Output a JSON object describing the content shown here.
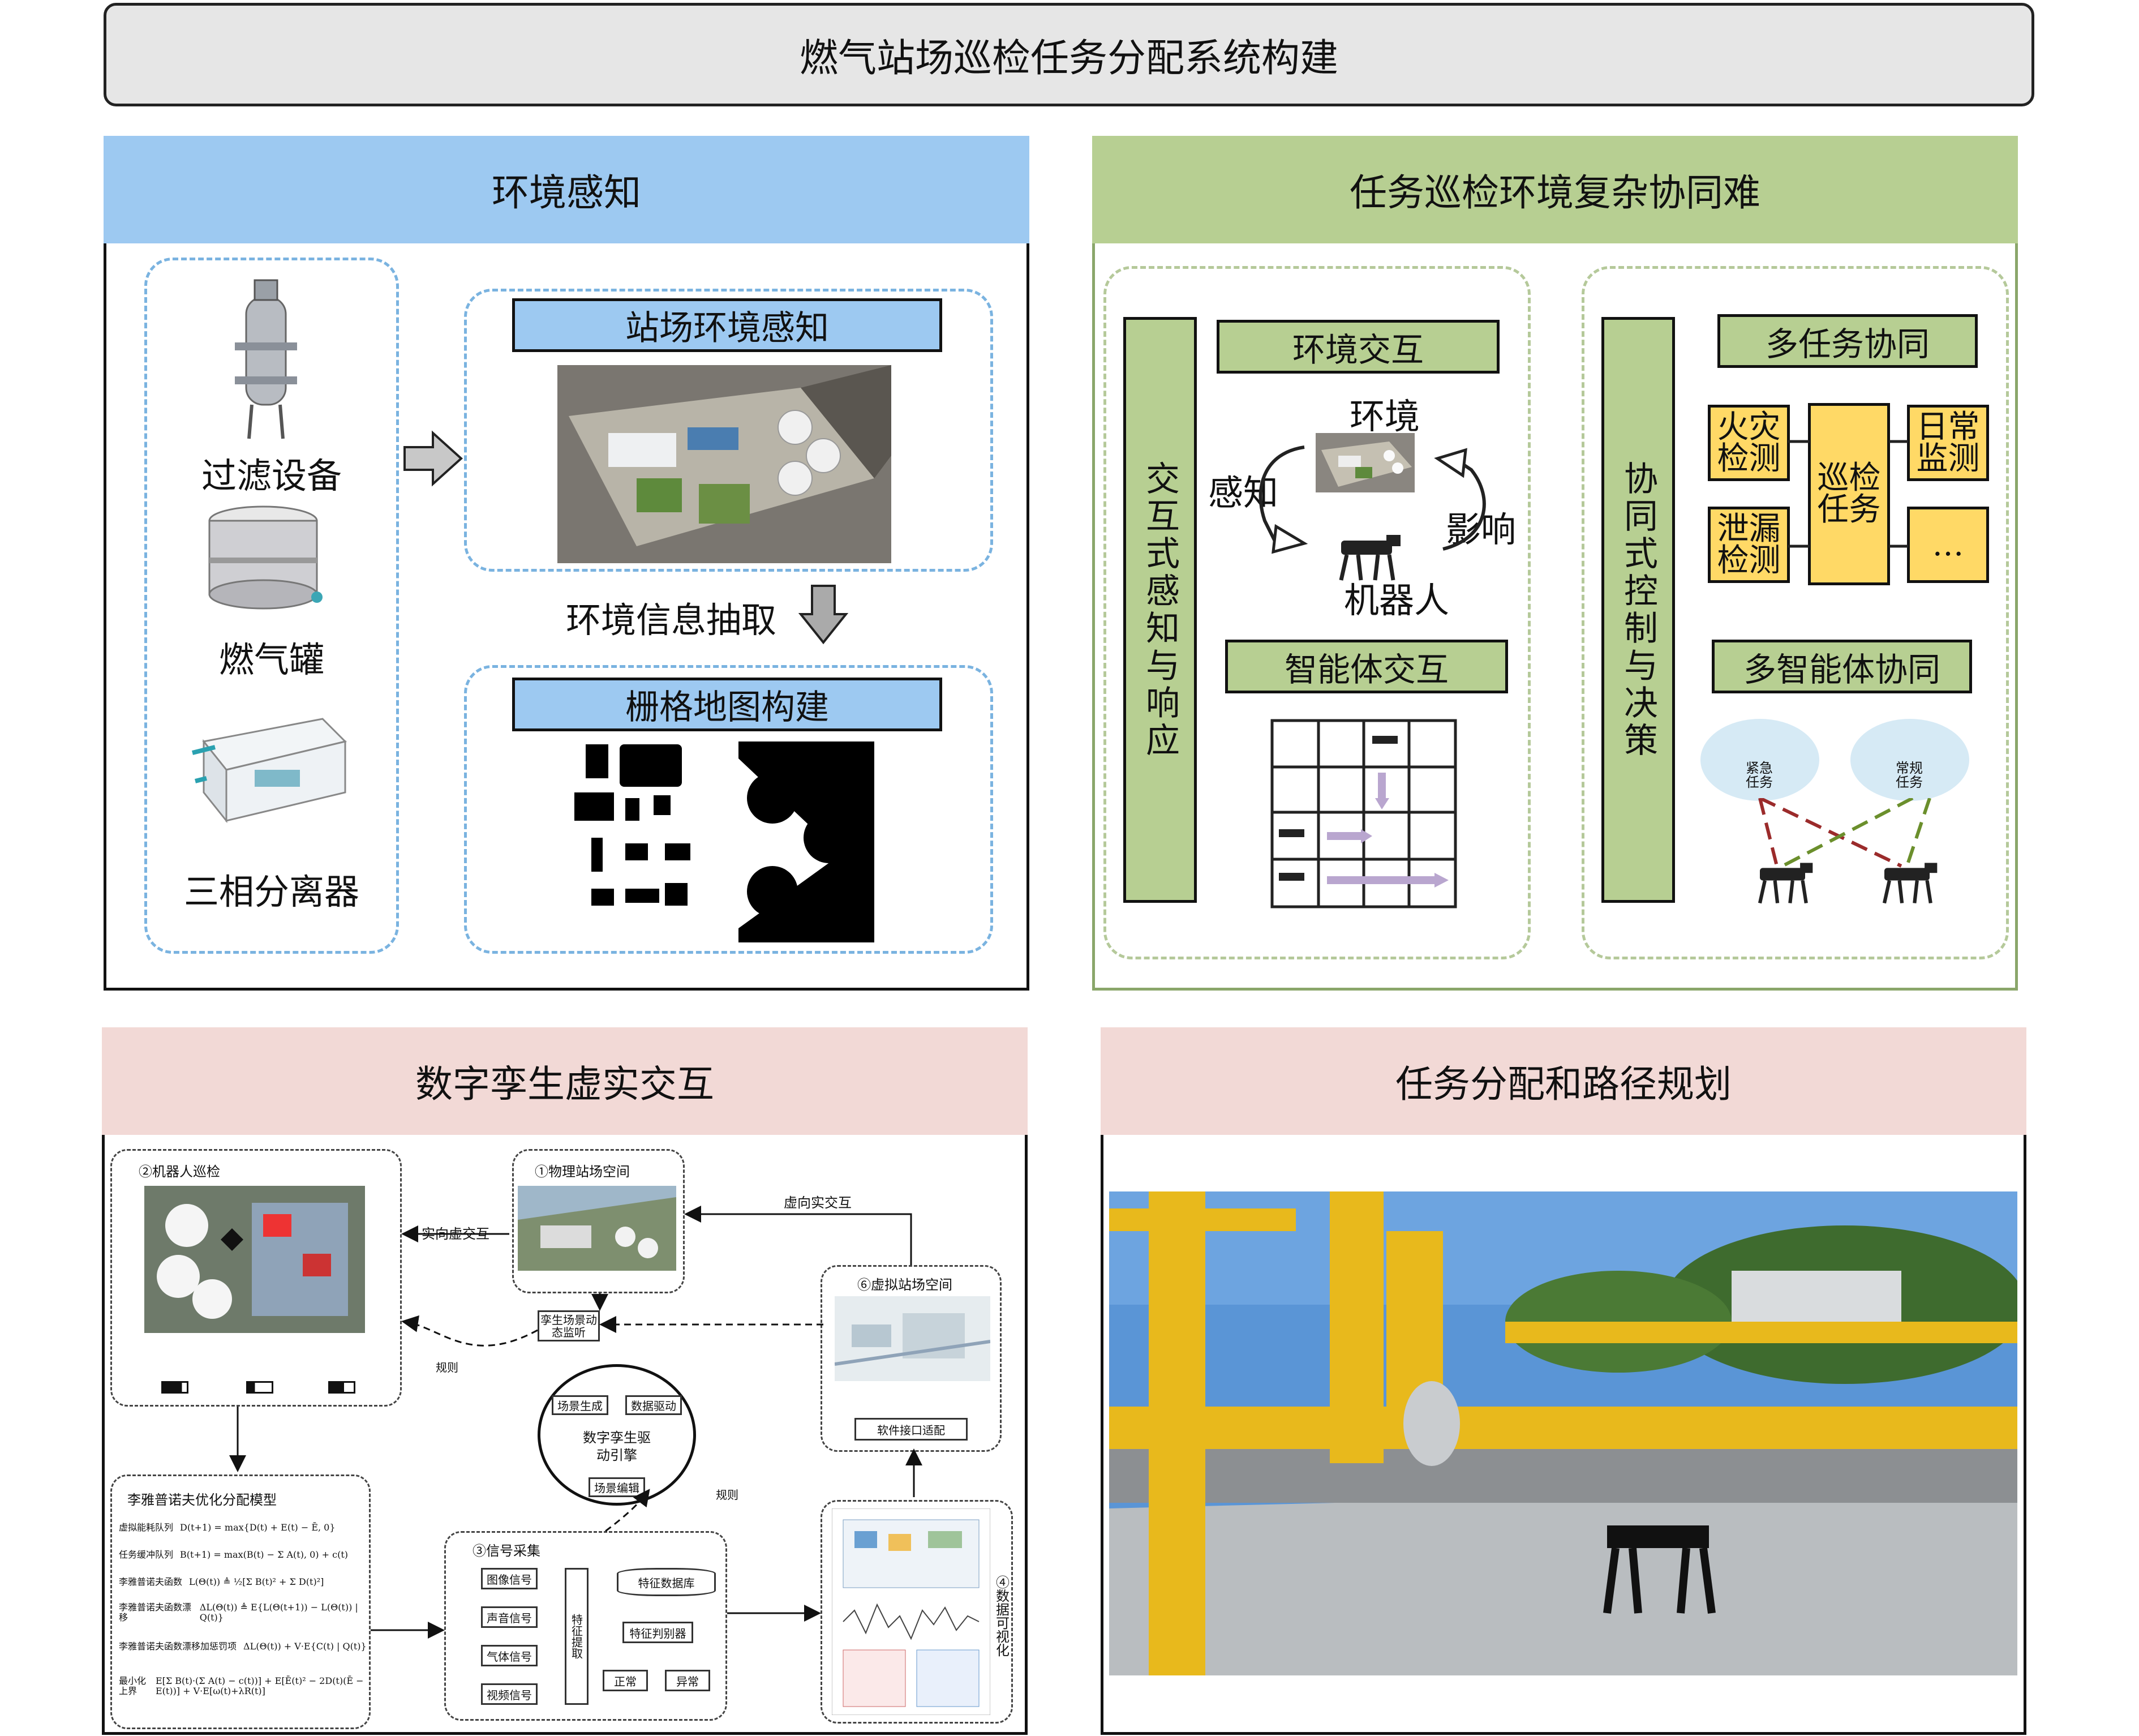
{
  "title": "燃气站场巡检任务分配系统构建",
  "colors": {
    "blue_head": "#9dc9f1",
    "green_head": "#b7cf92",
    "pink_head": "#f2d9d6",
    "yellow": "#ffd966"
  },
  "panel1": {
    "header": "环境感知",
    "equipment": [
      "过滤设备",
      "燃气罐",
      "三相分离器"
    ],
    "perception_label": "站场环境感知",
    "extract_label": "环境信息抽取",
    "grid_label": "栅格地图构建"
  },
  "panel2": {
    "header": "任务巡检环境复杂协同难",
    "left_vertical": "交互式感知与响应",
    "env_interact": "环境交互",
    "env_word": "环境",
    "perceive": "感知",
    "influence": "影响",
    "robot": "机器人",
    "agent_interact": "智能体交互",
    "right_vertical": "协同式控制与决策",
    "multi_task": "多任务协同",
    "fire": "火灾检测",
    "leak": "泄漏检测",
    "patrol": "巡检任务",
    "daily": "日常监测",
    "more": "…",
    "multi_agent": "多智能体协同",
    "urgent": "紧急任务",
    "regular": "常规任务"
  },
  "panel3": {
    "header": "数字孪生虚实交互",
    "robot_patrol": "②机器人巡检",
    "physical": "①物理站场空间",
    "real_to_virtual": "实向虚交互",
    "virtual_to_real": "虚向实交互",
    "virtual_space": "⑥虚拟站场空间",
    "twin_monitor": "孪生场景动态监听",
    "rule1": "规则",
    "scene_gen": "场景生成",
    "data_drive": "数据驱动",
    "engine": "数字孪生驱动引擎",
    "scene_edit": "场景编辑",
    "rule2": "规则",
    "adapter": "软件接口适配",
    "lyapunov_title": "李雅普诺夫优化分配模型",
    "lyapunov_rows": [
      {
        "label": "虚拟能耗队列",
        "formula": "D(t+1) = max{D(t) + E(t) − Ē, 0}"
      },
      {
        "label": "任务缓冲队列",
        "formula": "B(t+1) = max(B(t) − Σ A(t), 0) + c(t)"
      },
      {
        "label": "李雅普诺夫函数",
        "formula": "L(Θ(t)) ≜ ½[Σ B(t)² + Σ D(t)²]"
      },
      {
        "label": "李雅普诺夫函数漂移",
        "formula": "ΔL(Θ(t)) ≜ E{L(Θ(t+1)) − L(Θ(t)) | Q(t)}"
      },
      {
        "label": "李雅普诺夫函数漂移加惩罚项",
        "formula": "ΔL(Θ(t)) + V·E{C(t) | Q(t)}"
      },
      {
        "label": "最小化上界",
        "formula": "E[Σ B(t)·(Σ A(t) − c(t))] + E[Ē(t)² − 2D(t)(Ē − E(t))] + V·E[ω(t)+λR(t)]"
      }
    ],
    "signal_title": "③信号采集",
    "signals": [
      "图像信号",
      "声音信号",
      "气体信号",
      "视频信号"
    ],
    "feature_extract": "特征提取",
    "feature_db": "特征数据库",
    "feature_cls": "特征判别器",
    "normal": "正常",
    "abnormal": "异常",
    "visual": "④数据可视化"
  },
  "panel4": {
    "header": "任务分配和路径规划"
  }
}
